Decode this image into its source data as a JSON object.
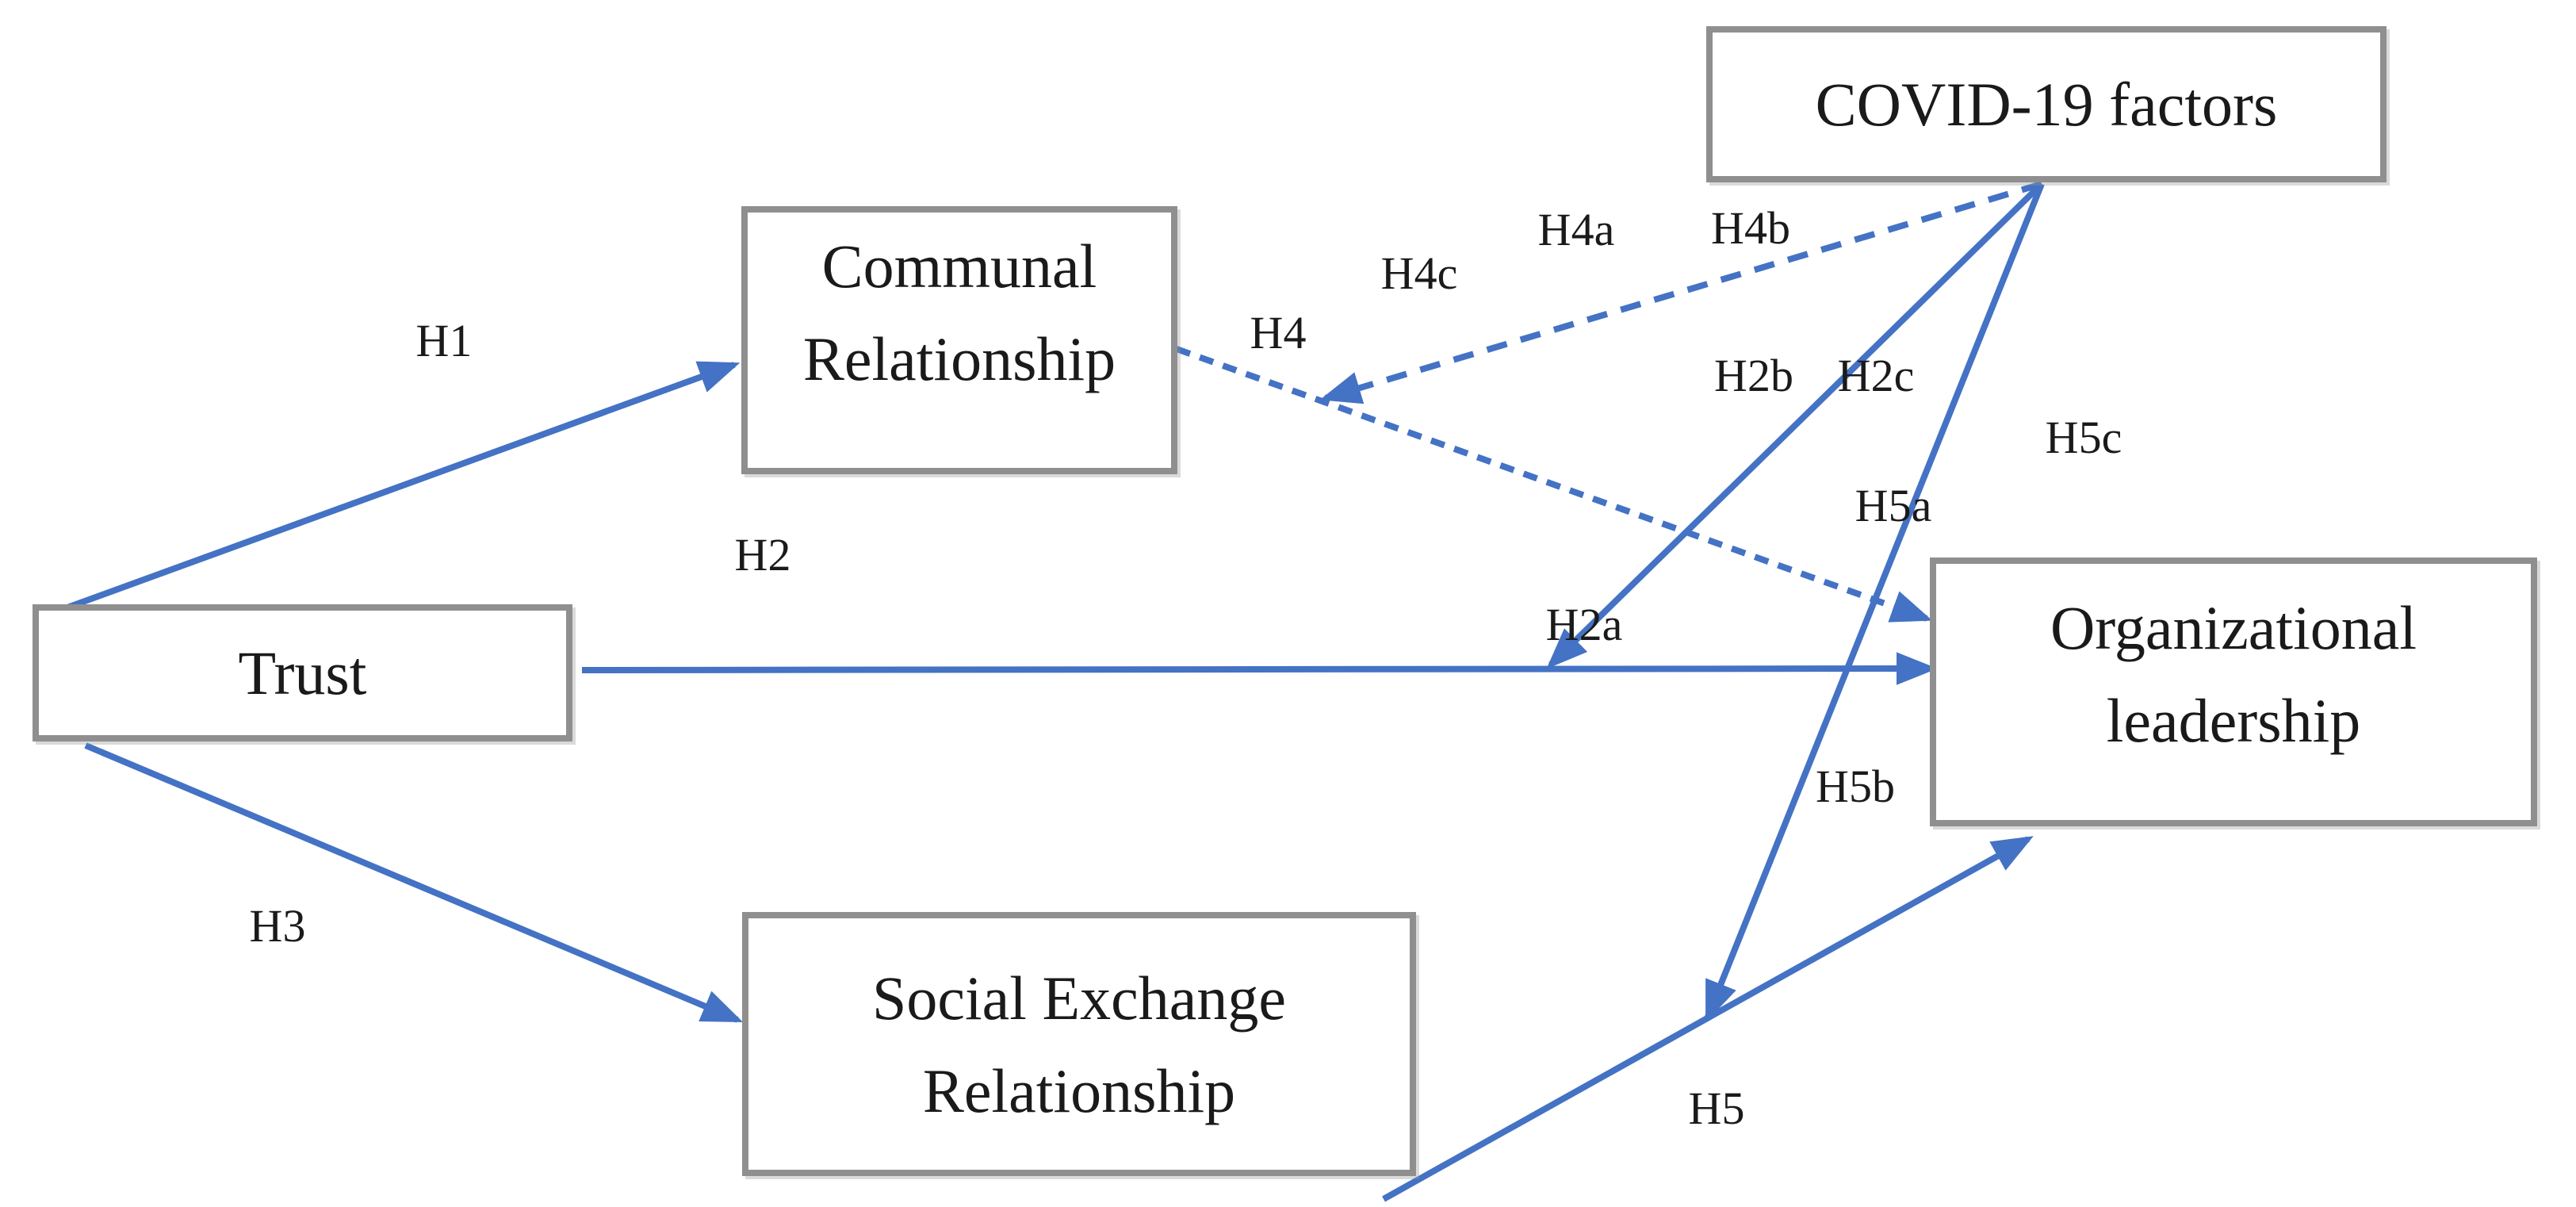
{
  "diagram": {
    "nodes": {
      "covid": {
        "label": "COVID-19 factors"
      },
      "communal": {
        "label": "Communal\nRelationship"
      },
      "trust": {
        "label": "Trust"
      },
      "org": {
        "label": "Organizational\nleadership"
      },
      "social": {
        "label": "Social Exchange\nRelationship"
      }
    },
    "hypothesis_labels": {
      "h1": "H1",
      "h2": "H2",
      "h3": "H3",
      "h4": "H4",
      "h5": "H5",
      "h4a": "H4a",
      "h4b": "H4b",
      "h4c": "H4c",
      "h2a": "H2a",
      "h2b": "H2b",
      "h2c": "H2c",
      "h5a": "H5a",
      "h5b": "H5b",
      "h5c": "H5c"
    },
    "edges": [
      {
        "from": "trust",
        "to": "communal",
        "label": "H1",
        "style": "solid"
      },
      {
        "from": "trust",
        "to": "org",
        "label": "H2",
        "style": "solid"
      },
      {
        "from": "trust",
        "to": "social",
        "label": "H3",
        "style": "solid"
      },
      {
        "from": "communal",
        "to": "org",
        "label": "H4",
        "style": "dashed"
      },
      {
        "from": "social",
        "to": "org",
        "label": "H5",
        "style": "solid"
      },
      {
        "from": "covid",
        "to": "path Communal-Org",
        "label": "H4, H4a, H4b, H4c",
        "style": "dashed"
      },
      {
        "from": "covid",
        "to": "path Trust-Org",
        "label": "H2a, H2b, H2c",
        "style": "solid"
      },
      {
        "from": "covid",
        "to": "path Social-Org",
        "label": "H5a, H5b, H5c",
        "style": "solid"
      }
    ],
    "colors": {
      "arrow_blue": "#4472C4",
      "box_border_gray": "#8f8f8f",
      "text_black": "#1a1a1a",
      "background": "#ffffff"
    }
  }
}
